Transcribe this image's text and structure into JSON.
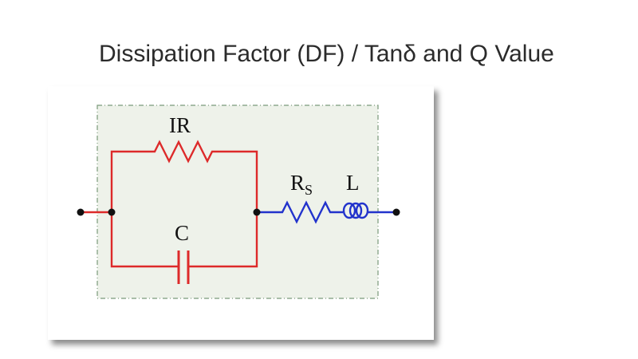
{
  "title": "Dissipation Factor (DF) / Tanδ and Q Value",
  "labels": {
    "ir": "IR",
    "c": "C",
    "rs_main": "R",
    "rs_sub": "S",
    "l": "L"
  },
  "colors": {
    "parallel_branch": "#dd2a2a",
    "series_branch": "#2233cc",
    "enclosure_fill": "#eef2ea",
    "enclosure_border": "#7a9a7a",
    "node": "#111111"
  }
}
